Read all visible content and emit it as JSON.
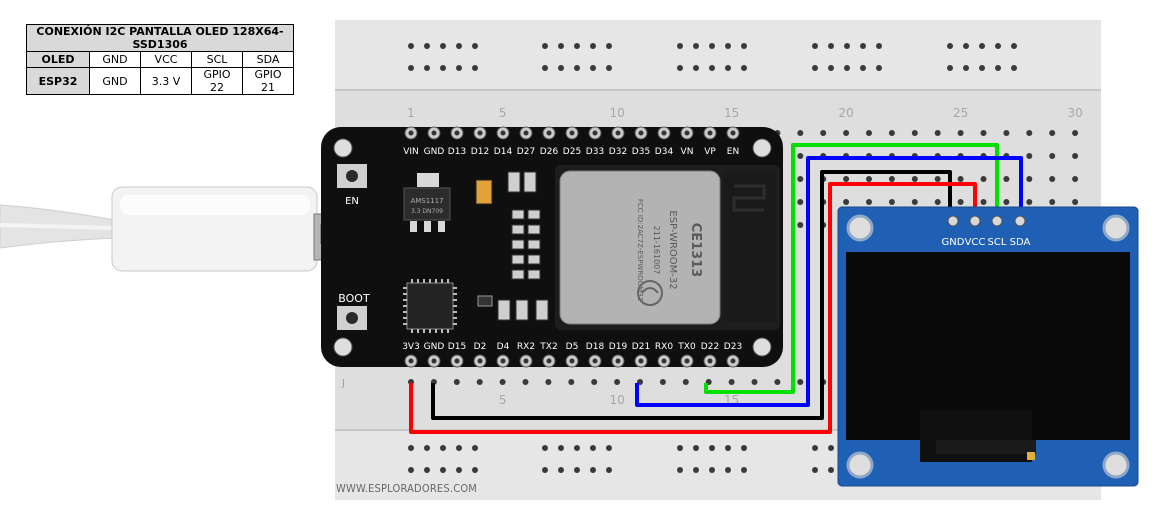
{
  "table": {
    "title": "CONEXIÓN I2C PANTALLA OLED 128X64-SSD1306",
    "rows": [
      {
        "label": "OLED",
        "cells": [
          "GND",
          "VCC",
          "SCL",
          "SDA"
        ]
      },
      {
        "label": "ESP32",
        "cells": [
          "GND",
          "3.3 V",
          "GPIO 22",
          "GPIO 21"
        ]
      }
    ]
  },
  "breadboard": {
    "column_numbers": [
      "1",
      "5",
      "10",
      "15",
      "20",
      "25",
      "30"
    ],
    "row_letter": "J"
  },
  "esp32": {
    "top_pins": [
      "VIN",
      "GND",
      "D13",
      "D12",
      "D14",
      "D27",
      "D26",
      "D25",
      "D33",
      "D32",
      "D35",
      "D34",
      "VN",
      "VP",
      "EN"
    ],
    "bottom_pins": [
      "3V3",
      "GND",
      "D15",
      "D2",
      "D4",
      "RX2",
      "TX2",
      "D5",
      "D18",
      "D19",
      "D21",
      "RX0",
      "TX0",
      "D22",
      "D23"
    ],
    "en_button": "EN",
    "boot_button": "BOOT",
    "regulator": "AMS1117",
    "regulator_sub": "3.3 DN709",
    "module_name": "ESP-WROOM-32",
    "ce_mark": "CE1313",
    "module_fcc": "FCC ID:2AC7Z-ESPWROOM32",
    "module_r": "211-161007"
  },
  "oled": {
    "pins": [
      "GND",
      "VCC",
      "SCL",
      "SDA"
    ]
  },
  "wire_colors": {
    "gnd": "#000000",
    "vcc": "#ff0000",
    "scl": "#00e000",
    "sda": "#0000ff"
  },
  "watermark": "WWW.ESPLORADORES.COM"
}
